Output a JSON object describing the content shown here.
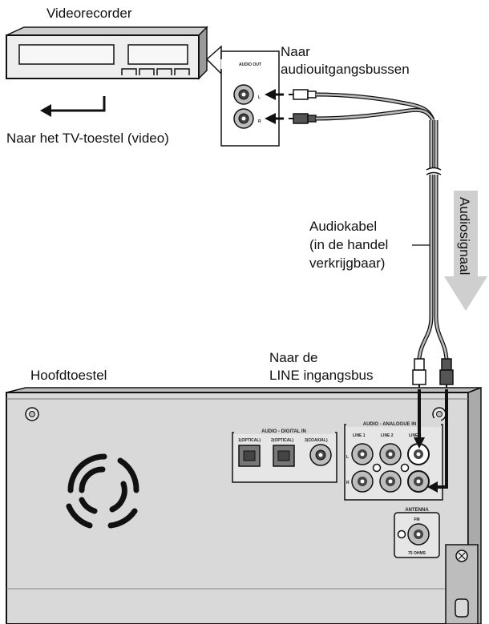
{
  "labels": {
    "videorecorder": "Videorecorder",
    "to_audio_out_line1": "Naar",
    "to_audio_out_line2": "audiouitgangsbussen",
    "to_tv": "Naar het TV-toestel (video)",
    "audio_signal": "Audiosignaal",
    "audio_cable_line1": "Audiokabel",
    "audio_cable_line2": "(in de handel",
    "audio_cable_line3": "verkrijgbaar)",
    "to_line_in_line1": "Naar de",
    "to_line_in_line2": "LINE ingangsbus",
    "main_unit": "Hoofdtoestel"
  },
  "vcr_panel": {
    "audio_out": "AUDIO OUT",
    "left": "L",
    "right": "R"
  },
  "main_panel": {
    "digital_in": "AUDIO - DIGITAL  IN",
    "optical1": "1(OPTICAL)",
    "optical2": "2(OPTICAL)",
    "coaxial": "3(COAXIAL)",
    "analogue_in": "AUDIO - ANALOGUE IN",
    "line1": "LINE 1",
    "line2": "LINE 2",
    "line3": "LINE 3",
    "left": "L",
    "right": "R",
    "antenna": "ANTENNA",
    "fm": "FM",
    "ohms": "75 OHMS"
  },
  "colors": {
    "panel_fill": "#d9d9d9",
    "cable": "#888888",
    "signal_arrow": "#c8c8c8"
  }
}
